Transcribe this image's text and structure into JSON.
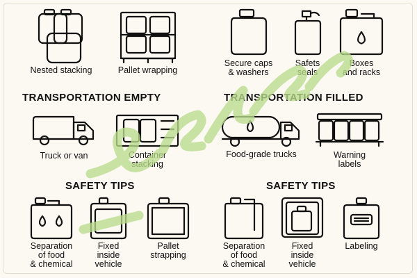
{
  "storage": {
    "nested_stacking": "Nested stacking",
    "pallet_wrapping": "Pallet wrapping",
    "secure_caps": "Secure caps\n& washers",
    "safety_seals": "Safets\nseals",
    "boxes_racks": "Boxes\nand racks"
  },
  "transport_empty": {
    "title": "TRANSPORTATION EMPTY",
    "truck_van": "Truck or van",
    "container_stacking": "Container\nstacking"
  },
  "transport_filled": {
    "title": "TRANSPORTATION FILLED",
    "food_trucks": "Food-grade trucks",
    "warning_labels": "Warning\nlabels"
  },
  "safety_left": {
    "title": "SAFETY TIPS",
    "separation": "Separation\nof food\n& chemical",
    "fixed_inside": "Fixed\ninside\nvehicle",
    "pallet_strapping": "Pallet\nstrapping"
  },
  "safety_right": {
    "title": "SAFETY TIPS",
    "separation": "Separation\nof food\n& chemical",
    "fixed_inside": "Fixed\ninside\nvehicle",
    "labeling": "Labeling"
  },
  "colors": {
    "ink": "#111111",
    "background": "#fbf9f1",
    "watermark": "#b9dc8c"
  }
}
